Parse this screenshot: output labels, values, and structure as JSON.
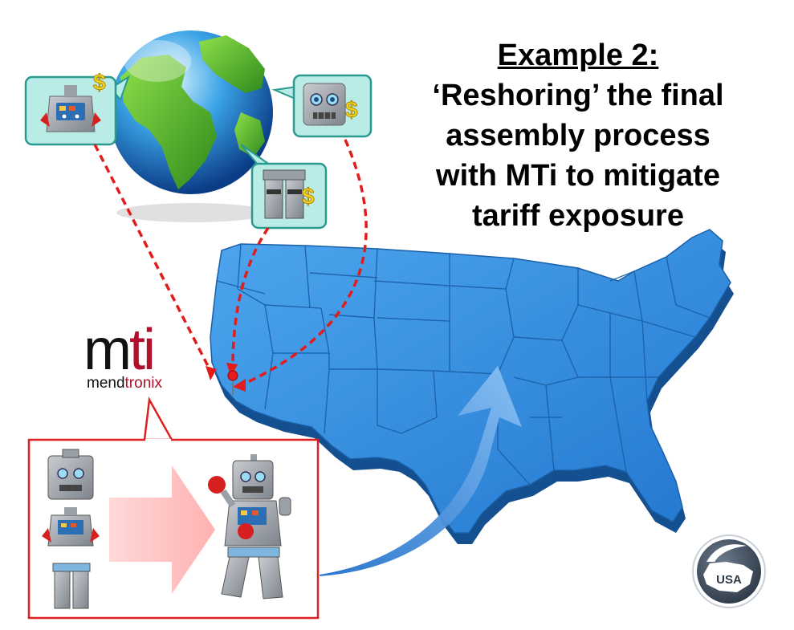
{
  "title": {
    "line1": "Example 2:",
    "line2": "‘Reshoring’ the final",
    "line3": "assembly process",
    "line4": "with MTi to mitigate",
    "line5": "tariff exposure"
  },
  "logo": {
    "mark_m": "m",
    "mark_ti": "ti",
    "sub_a": "mend",
    "sub_b": "tronix"
  },
  "badge": {
    "text": "USA"
  },
  "callouts": {
    "currency": "$"
  },
  "colors": {
    "map_blue": "#2e86dc",
    "map_dark": "#1a5fa8",
    "arrow_red": "#e31b1b",
    "box_border": "#e02020",
    "callout_fill": "#b9ece6",
    "callout_border": "#2a9a8e",
    "dollar": "#f2d21a",
    "brand_red": "#b0102c"
  }
}
